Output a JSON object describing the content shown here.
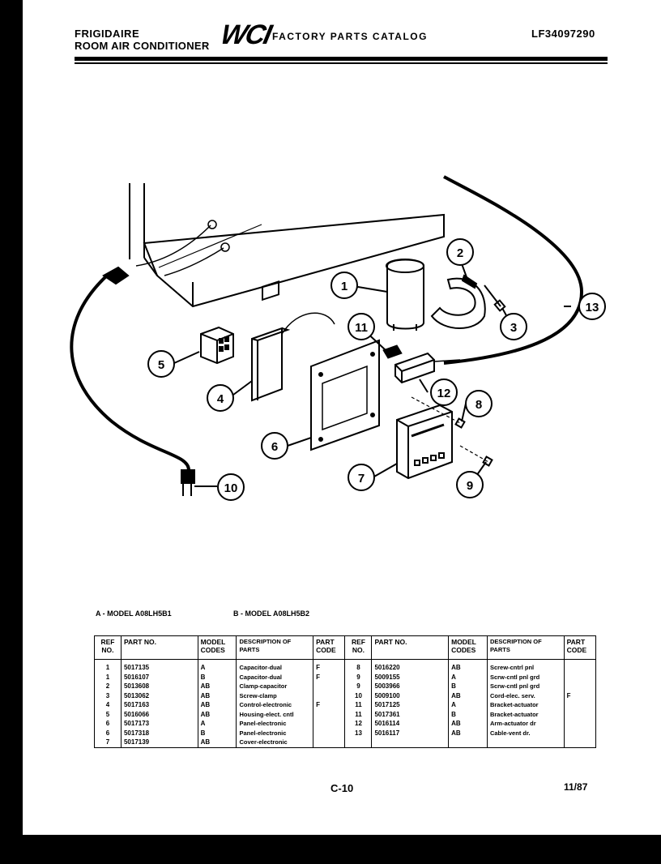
{
  "header": {
    "brand_line1": "FRIGIDAIRE",
    "brand_line2": "ROOM AIR CONDITIONER",
    "logo": "WCI",
    "catalog_title": "FACTORY PARTS CATALOG",
    "catalog_number": "LF34097290"
  },
  "models": {
    "a": "A - MODEL A08LH5B1",
    "b": "B - MODEL A08LH5B2"
  },
  "callouts": [
    "1",
    "2",
    "3",
    "4",
    "5",
    "6",
    "7",
    "8",
    "9",
    "10",
    "11",
    "12",
    "13"
  ],
  "table": {
    "headers": {
      "ref": "REF NO.",
      "part": "PART NO.",
      "model": "MODEL CODES",
      "desc": "DESCRIPTION OF PARTS",
      "code": "PART CODE"
    },
    "left": [
      {
        "ref": "1",
        "part": "5017135",
        "model": "A",
        "desc": "Capacitor-dual",
        "code": "F"
      },
      {
        "ref": "1",
        "part": "5016107",
        "model": "B",
        "desc": "Capacitor-dual",
        "code": "F"
      },
      {
        "ref": "2",
        "part": "5013608",
        "model": "AB",
        "desc": "Clamp-capacitor",
        "code": ""
      },
      {
        "ref": "3",
        "part": "5013062",
        "model": "AB",
        "desc": "Screw-clamp",
        "code": ""
      },
      {
        "ref": "4",
        "part": "5017163",
        "model": "AB",
        "desc": "Control-electronic",
        "code": "F"
      },
      {
        "ref": "5",
        "part": "5016066",
        "model": "AB",
        "desc": "Housing-elect. cntl",
        "code": ""
      },
      {
        "ref": "6",
        "part": "5017173",
        "model": "A",
        "desc": "Panel-electronic",
        "code": ""
      },
      {
        "ref": "6",
        "part": "5017318",
        "model": "B",
        "desc": "Panel-electronic",
        "code": ""
      },
      {
        "ref": "7",
        "part": "5017139",
        "model": "AB",
        "desc": "Cover-electronic",
        "code": ""
      }
    ],
    "right": [
      {
        "ref": "8",
        "part": "5016220",
        "model": "AB",
        "desc": "Screw-cntrl pnl",
        "code": ""
      },
      {
        "ref": "9",
        "part": "5009155",
        "model": "A",
        "desc": "Scrw-cntl pnl grd",
        "code": ""
      },
      {
        "ref": "9",
        "part": "5003966",
        "model": "B",
        "desc": "Scrw-cntl pnl grd",
        "code": ""
      },
      {
        "ref": "10",
        "part": "5009100",
        "model": "AB",
        "desc": "Cord-elec. serv.",
        "code": "F"
      },
      {
        "ref": "11",
        "part": "5017125",
        "model": "A",
        "desc": "Bracket-actuator",
        "code": ""
      },
      {
        "ref": "11",
        "part": "5017361",
        "model": "B",
        "desc": "Bracket-actuator",
        "code": ""
      },
      {
        "ref": "12",
        "part": "5016114",
        "model": "AB",
        "desc": "Arm-actuator dr",
        "code": ""
      },
      {
        "ref": "13",
        "part": "5016117",
        "model": "AB",
        "desc": "Cable-vent dr.",
        "code": ""
      },
      {
        "ref": "",
        "part": "",
        "model": "",
        "desc": "",
        "code": ""
      }
    ]
  },
  "footer": {
    "page": "C-10",
    "date": "11/87"
  }
}
